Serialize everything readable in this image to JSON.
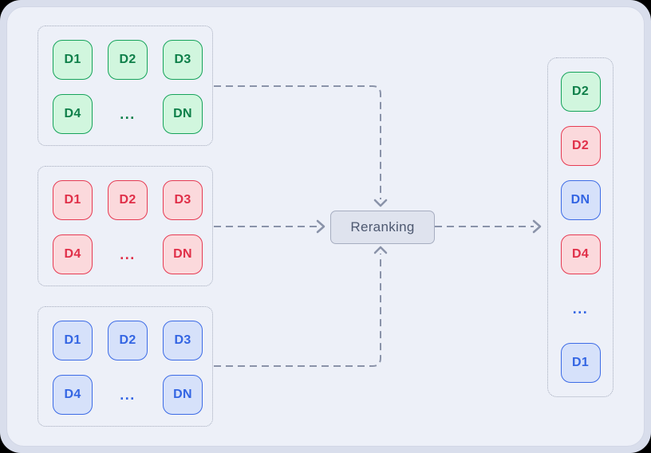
{
  "groups": [
    {
      "name": "retrieved-list-green",
      "color": "green",
      "items": [
        "D1",
        "D2",
        "D3",
        "D4",
        "...",
        "DN"
      ]
    },
    {
      "name": "retrieved-list-red",
      "color": "red",
      "items": [
        "D1",
        "D2",
        "D3",
        "D4",
        "...",
        "DN"
      ]
    },
    {
      "name": "retrieved-list-blue",
      "color": "blue",
      "items": [
        "D1",
        "D2",
        "D3",
        "D4",
        "...",
        "DN"
      ]
    }
  ],
  "reranking": {
    "label": "Reranking"
  },
  "output": {
    "items": [
      {
        "label": "D2",
        "color": "green"
      },
      {
        "label": "D2",
        "color": "red"
      },
      {
        "label": "DN",
        "color": "blue"
      },
      {
        "label": "D4",
        "color": "red"
      },
      {
        "label": "...",
        "color": "blue"
      },
      {
        "label": "D1",
        "color": "blue"
      }
    ]
  },
  "colors": {
    "outer_bg": "#d9deec",
    "card_bg": "#edf0f8",
    "card_border": "#d2d7e6",
    "connector": "#8a93a9",
    "group_border": "#a4abbc",
    "green_fill": "#d1f6de",
    "green_border": "#15a35a",
    "green_text": "#0e7f49",
    "red_fill": "#fbd9dc",
    "red_border": "#e63a52",
    "red_text": "#e02f48",
    "blue_fill": "#d6e1fa",
    "blue_border": "#3c6be6",
    "blue_text": "#3365e3",
    "rerank_fill": "#dfe3ee",
    "rerank_border": "#a6adc0",
    "rerank_text": "#4d5870"
  }
}
